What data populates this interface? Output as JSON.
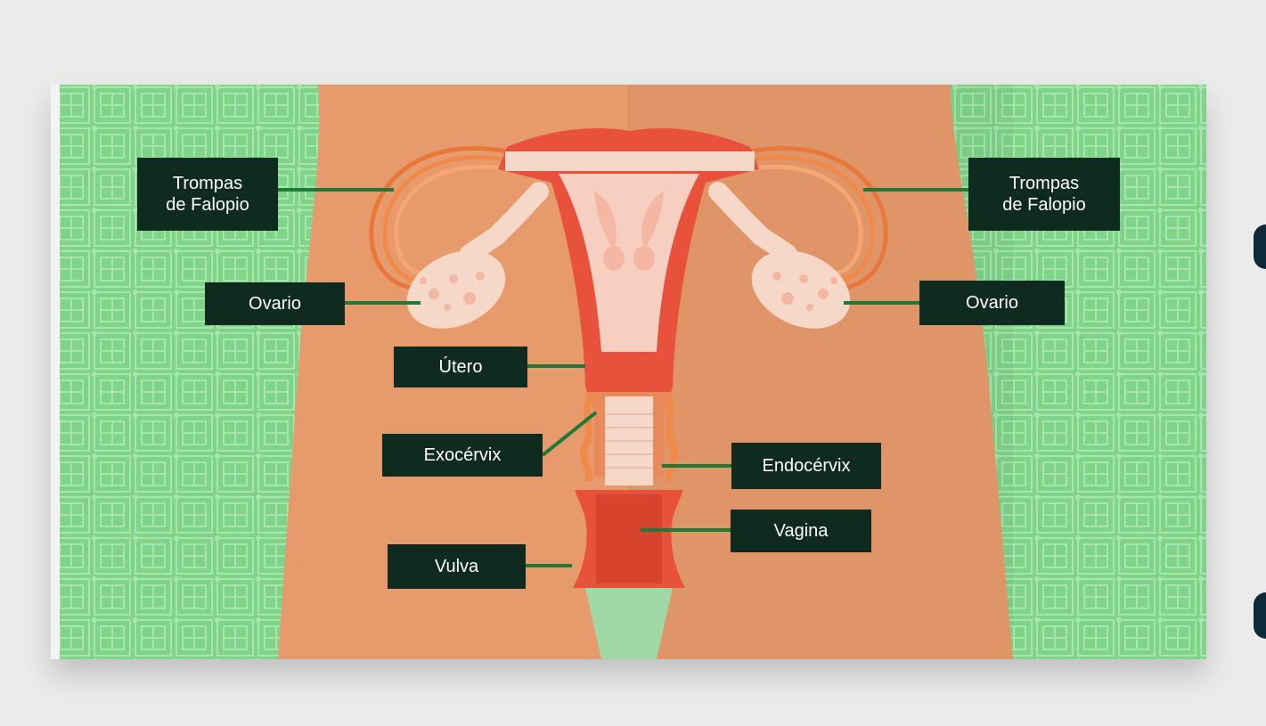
{
  "labels": {
    "trompas_left": "Trompas\nde Falopio",
    "trompas_right": "Trompas\nde Falopio",
    "ovario_left": "Ovario",
    "ovario_right": "Ovario",
    "utero": "Útero",
    "exocervix": "Exocérvix",
    "endocervix": "Endocérvix",
    "vagina": "Vagina",
    "vulva": "Vulva"
  },
  "colors": {
    "background_pattern": "#7fd48a",
    "skin": "#e79a6c",
    "uterus_muscle": "#e8523c",
    "uterus_inner": "#f7cfc0",
    "fallopian_tube": "#f08a4a",
    "ovary": "#f6d8c8",
    "label_bg": "#0f2a1e",
    "leader_line": "#1d7a3a",
    "vulva_tip": "#9fd8a6"
  }
}
